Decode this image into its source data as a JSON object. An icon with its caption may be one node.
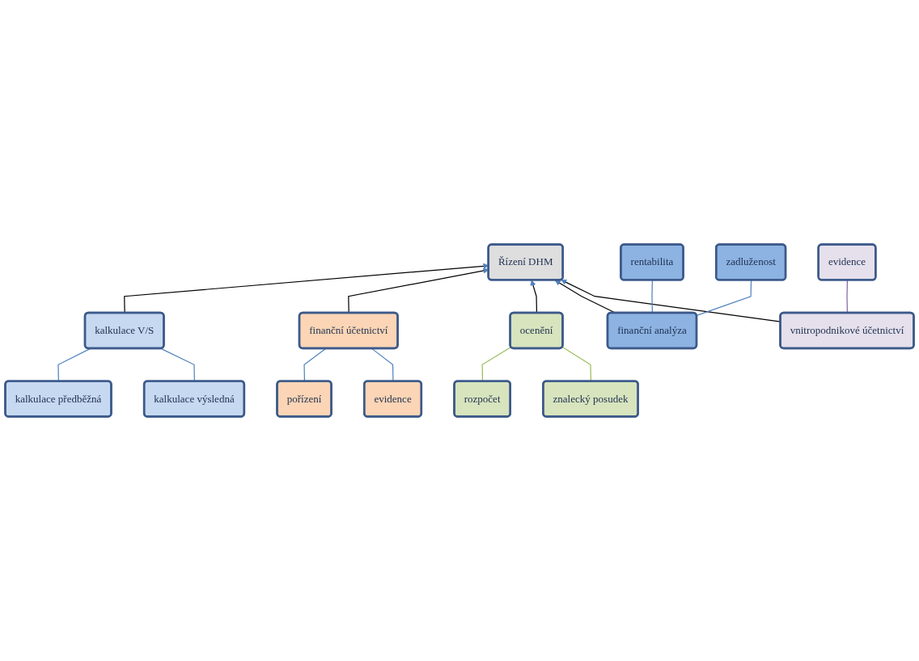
{
  "diagram": {
    "nodes": [
      {
        "text": [
          "Řízení DHM"
        ]
      },
      {
        "text": [
          "kalkulace předběžná"
        ]
      },
      {
        "text": [
          "kalkulace výsledná"
        ]
      },
      {
        "text": [
          "kalkulace V/S"
        ]
      },
      {
        "text": [
          "pořízení"
        ]
      },
      {
        "text": [
          "evidence"
        ]
      },
      {
        "text": [
          "finanční účetnictví"
        ]
      },
      {
        "text": [
          "rozpočet"
        ]
      },
      {
        "text": [
          "ocenění"
        ]
      },
      {
        "text": [
          "znalecký posudek"
        ]
      },
      {
        "text": [
          "finanční analýza"
        ]
      },
      {
        "text": [
          "vnitropodnikové účetnictví"
        ]
      },
      {
        "text": [
          "evidence"
        ]
      },
      {
        "text": [
          "rentabilita"
        ]
      },
      {
        "text": [
          "zadluženost"
        ]
      }
    ],
    "edges": [
      {
        "from": 3,
        "to": 0,
        "arrow": "to",
        "color": "#000000"
      },
      {
        "from": 6,
        "to": 0,
        "arrow": "to",
        "color": "#000000"
      },
      {
        "from": 8,
        "to": 0,
        "arrow": "to",
        "color": "#000000"
      },
      {
        "from": 10,
        "to": 0,
        "arrow": "to",
        "color": "#000000"
      },
      {
        "from": 11,
        "to": 0,
        "arrow": "to",
        "color": "#000000"
      },
      {
        "from": 1,
        "to": 3,
        "arrow": "none"
      },
      {
        "from": 2,
        "to": 3,
        "arrow": "none"
      },
      {
        "from": 4,
        "to": 6,
        "arrow": "none"
      },
      {
        "from": 5,
        "to": 6,
        "arrow": "none"
      },
      {
        "from": 7,
        "to": 8,
        "arrow": "none",
        "color": "#9bbb59"
      },
      {
        "from": 9,
        "to": 8,
        "arrow": "none",
        "color": "#9bbb59"
      },
      {
        "from": 11,
        "to": 12,
        "arrow": "none",
        "color": "#8064a2"
      },
      {
        "from": 10,
        "to": 13,
        "arrow": "none"
      },
      {
        "from": 10,
        "to": 14,
        "arrow": "none"
      }
    ]
  }
}
